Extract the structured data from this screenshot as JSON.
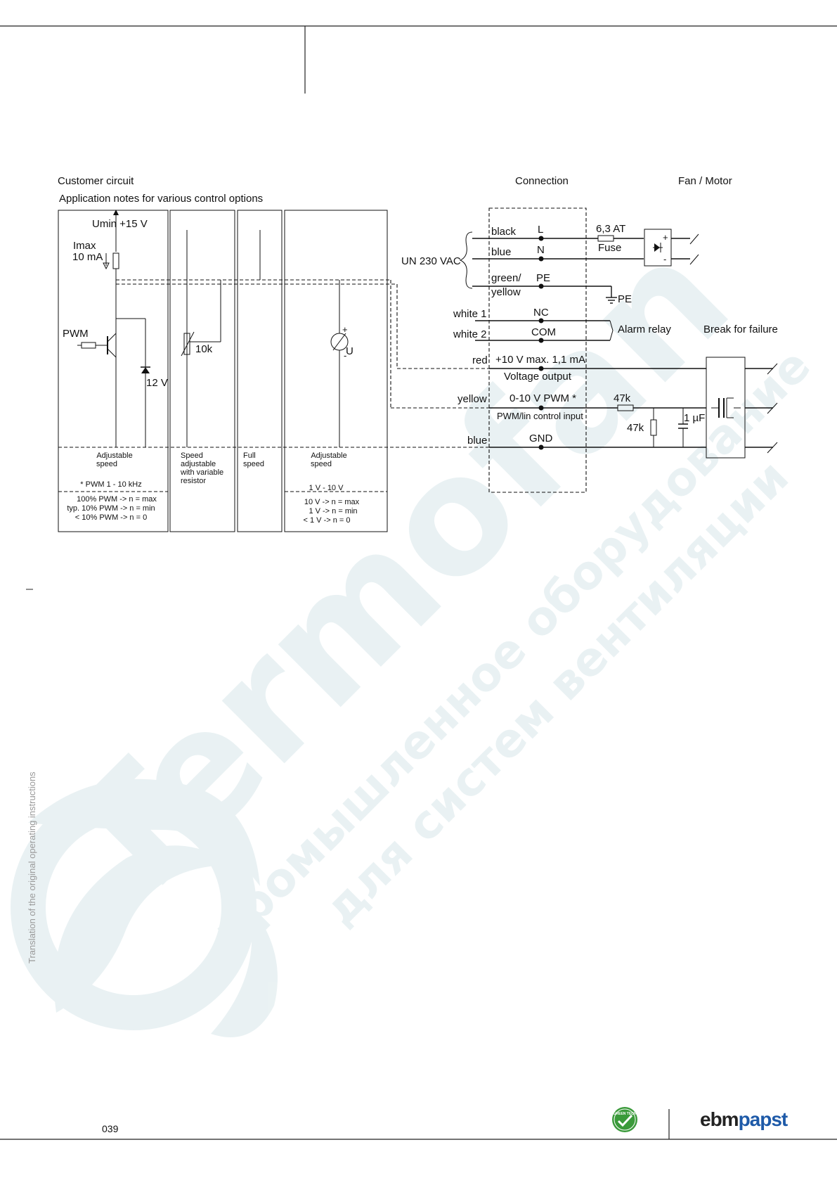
{
  "header": {},
  "diagram": {
    "customer_circuit": "Customer circuit",
    "application_notes": "Application notes for various control options",
    "connection": "Connection",
    "fan_motor": "Fan / Motor",
    "umin": "Umin +15 V",
    "imax": "Imax",
    "imax_value": "10 mA",
    "pwm": "PWM",
    "zener": "12 V",
    "resistor_10k": "10k",
    "meter_u": "U",
    "plus": "+",
    "minus": "-",
    "un_vac": "UN 230 VAC",
    "fuse_rating": "6,3 AT",
    "fuse": "Fuse",
    "pe_ground": "PE",
    "alarm_relay": "Alarm relay",
    "break_for_failure": "Break for failure",
    "r47k_a": "47k",
    "r47k_b": "47k",
    "cap_1uf": "1 µF",
    "wires": [
      {
        "color": "black",
        "terminal": "L"
      },
      {
        "color": "blue",
        "terminal": "N"
      },
      {
        "color": "green/",
        "color2": "yellow",
        "terminal": "PE"
      },
      {
        "color": "white 1",
        "terminal": "NC"
      },
      {
        "color": "white 2",
        "terminal": "COM"
      },
      {
        "color": "red",
        "terminal": "+10 V max. 1,1 mA",
        "sub": "Voltage output"
      },
      {
        "color": "yellow",
        "terminal": "0-10 V  PWM *",
        "sub": "PWM/lin control input"
      },
      {
        "color": "blue",
        "terminal": "GND"
      }
    ],
    "options": [
      {
        "title1": "Adjustable",
        "title2": "speed",
        "note": "* PWM 1 - 10 kHz",
        "lines": [
          "100% PWM -> n = max",
          "typ. 10% PWM -> n = min",
          "< 10% PWM -> n = 0"
        ]
      },
      {
        "title1": "Speed",
        "title2": "adjustable",
        "title3": "with variable",
        "title4": "resistor"
      },
      {
        "title1": "Full",
        "title2": "speed"
      },
      {
        "title1": "Adjustable",
        "title2": "speed",
        "note": "1 V - 10 V",
        "lines": [
          "10 V -> n = max",
          "1 V -> n = min",
          "< 1 V -> n = 0"
        ]
      }
    ]
  },
  "sidebar_note": "Translation of the original operating instructions",
  "watermark": {
    "brand": "Termofan",
    "line1": "промышленное оборудование",
    "line2": "для систем вентиляции"
  },
  "footer": {
    "page_code": "039",
    "badge": "GREEN TECH",
    "logo_part1": "ebm",
    "logo_part2": "papst"
  },
  "colors": {
    "watermark": "#6aa2ad",
    "logo_blue": "#1e5aa8",
    "badge_green": "#3a9a3a"
  }
}
